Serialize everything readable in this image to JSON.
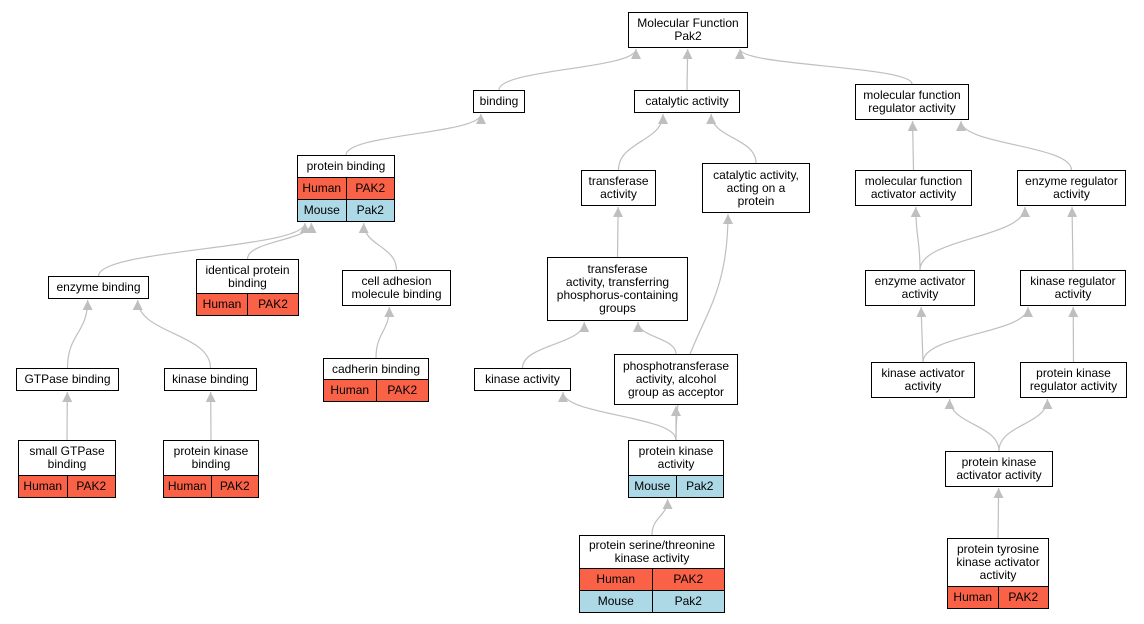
{
  "colors": {
    "human": "#fa6248",
    "mouse": "#add8e6",
    "edge": "#bfbfbf",
    "border": "#000000"
  },
  "nodes": {
    "mf": {
      "label": "Molecular Function\nPak2",
      "orthologs": []
    },
    "binding": {
      "label": "binding",
      "orthologs": []
    },
    "catalytic": {
      "label": "catalytic activity",
      "orthologs": []
    },
    "mfreg": {
      "label": "molecular function\nregulator activity",
      "orthologs": []
    },
    "protbind": {
      "label": "protein binding",
      "orthologs": [
        {
          "species": "Human",
          "gene": "PAK2"
        },
        {
          "species": "Mouse",
          "gene": "Pak2"
        }
      ]
    },
    "transf": {
      "label": "transferase\nactivity",
      "orthologs": []
    },
    "catprot": {
      "label": "catalytic activity,\nacting on a\nprotein",
      "orthologs": []
    },
    "mfact": {
      "label": "molecular function\nactivator activity",
      "orthologs": []
    },
    "enzreg": {
      "label": "enzyme regulator\nactivity",
      "orthologs": []
    },
    "enzbind": {
      "label": "enzyme binding",
      "orthologs": []
    },
    "identbind": {
      "label": "identical protein\nbinding",
      "orthologs": [
        {
          "species": "Human",
          "gene": "PAK2"
        }
      ]
    },
    "celladh": {
      "label": "cell adhesion\nmolecule binding",
      "orthologs": []
    },
    "transfp": {
      "label": "transferase\nactivity, transferring\nphosphorus-containing\ngroups",
      "orthologs": []
    },
    "enzact": {
      "label": "enzyme activator\nactivity",
      "orthologs": []
    },
    "kinreg": {
      "label": "kinase regulator\nactivity",
      "orthologs": []
    },
    "cadherin": {
      "label": "cadherin binding",
      "orthologs": [
        {
          "species": "Human",
          "gene": "PAK2"
        }
      ]
    },
    "gtpbind": {
      "label": "GTPase binding",
      "orthologs": []
    },
    "kinbind": {
      "label": "kinase binding",
      "orthologs": []
    },
    "kinact": {
      "label": "kinase activity",
      "orthologs": []
    },
    "phosph": {
      "label": "phosphotransferase\nactivity, alcohol\ngroup as acceptor",
      "orthologs": []
    },
    "kinactv": {
      "label": "kinase activator\nactivity",
      "orthologs": []
    },
    "pkreg": {
      "label": "protein kinase\nregulator activity",
      "orthologs": []
    },
    "smallgtp": {
      "label": "small GTPase\nbinding",
      "orthologs": [
        {
          "species": "Human",
          "gene": "PAK2"
        }
      ]
    },
    "pkbind": {
      "label": "protein kinase\nbinding",
      "orthologs": [
        {
          "species": "Human",
          "gene": "PAK2"
        }
      ]
    },
    "pk": {
      "label": "protein kinase\nactivity",
      "orthologs": [
        {
          "species": "Mouse",
          "gene": "Pak2"
        }
      ]
    },
    "pkactv": {
      "label": "protein kinase\nactivator activity",
      "orthologs": []
    },
    "serthr": {
      "label": "protein serine/threonine\nkinase activity",
      "orthologs": [
        {
          "species": "Human",
          "gene": "PAK2"
        },
        {
          "species": "Mouse",
          "gene": "Pak2"
        }
      ]
    },
    "tyrkin": {
      "label": "protein tyrosine\nkinase activator\nactivity",
      "orthologs": [
        {
          "species": "Human",
          "gene": "PAK2"
        }
      ]
    }
  },
  "edges": [
    [
      "binding",
      "mf"
    ],
    [
      "catalytic",
      "mf"
    ],
    [
      "mfreg",
      "mf"
    ],
    [
      "protbind",
      "binding"
    ],
    [
      "transf",
      "catalytic"
    ],
    [
      "catprot",
      "catalytic"
    ],
    [
      "mfact",
      "mfreg"
    ],
    [
      "enzreg",
      "mfreg"
    ],
    [
      "enzbind",
      "protbind"
    ],
    [
      "identbind",
      "protbind"
    ],
    [
      "celladh",
      "protbind"
    ],
    [
      "transfp",
      "transf"
    ],
    [
      "enzact",
      "mfact"
    ],
    [
      "enzact",
      "enzreg"
    ],
    [
      "kinreg",
      "enzreg"
    ],
    [
      "cadherin",
      "celladh"
    ],
    [
      "gtpbind",
      "enzbind"
    ],
    [
      "kinbind",
      "enzbind"
    ],
    [
      "kinact",
      "transfp"
    ],
    [
      "phosph",
      "transfp"
    ],
    [
      "kinactv",
      "enzact"
    ],
    [
      "kinactv",
      "kinreg"
    ],
    [
      "pkreg",
      "kinreg"
    ],
    [
      "smallgtp",
      "gtpbind"
    ],
    [
      "pkbind",
      "kinbind"
    ],
    [
      "pk",
      "kinact"
    ],
    [
      "pk",
      "phosph"
    ],
    [
      "pk",
      "catprot"
    ],
    [
      "pkactv",
      "kinactv"
    ],
    [
      "pkactv",
      "pkreg"
    ],
    [
      "serthr",
      "pk"
    ],
    [
      "tyrkin",
      "pkactv"
    ]
  ]
}
